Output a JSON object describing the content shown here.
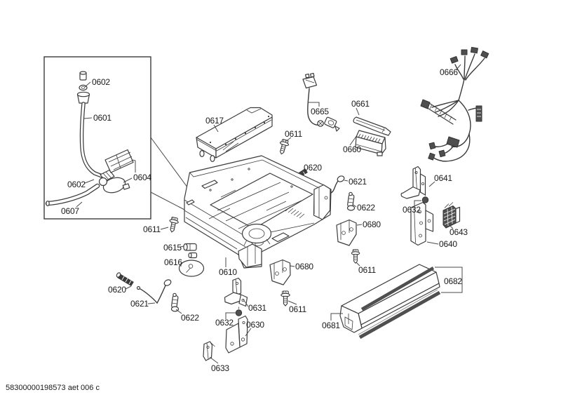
{
  "diagram": {
    "kind": "exploded-parts-diagram",
    "subject": "dishwasher-base-assembly",
    "document_number": "58300000198573 aet 006 c",
    "colors": {
      "background": "#ffffff",
      "line": "#3c3c3c",
      "dark_fill": "#4f4f4f",
      "text": "#1a1a1a"
    }
  },
  "labels": [
    {
      "part": "0602",
      "text": "0602"
    },
    {
      "part": "0601",
      "text": "0601"
    },
    {
      "part": "0604",
      "text": "0604"
    },
    {
      "part": "0602",
      "text": "0602"
    },
    {
      "part": "0607",
      "text": "0607"
    },
    {
      "part": "0617",
      "text": "0617"
    },
    {
      "part": "0611",
      "text": "0611"
    },
    {
      "part": "0665",
      "text": "0665"
    },
    {
      "part": "0661",
      "text": "0661"
    },
    {
      "part": "0660",
      "text": "0660"
    },
    {
      "part": "0666",
      "text": "0666"
    },
    {
      "part": "0620",
      "text": "0620"
    },
    {
      "part": "0621",
      "text": "0621"
    },
    {
      "part": "0622",
      "text": "0622"
    },
    {
      "part": "0641",
      "text": "0641"
    },
    {
      "part": "0632",
      "text": "0632"
    },
    {
      "part": "0643",
      "text": "0643"
    },
    {
      "part": "0640",
      "text": "0640"
    },
    {
      "part": "0680",
      "text": "0680"
    },
    {
      "part": "0611",
      "text": "0611"
    },
    {
      "part": "0615",
      "text": "0615"
    },
    {
      "part": "0616",
      "text": "0616"
    },
    {
      "part": "0610",
      "text": "0610"
    },
    {
      "part": "0680",
      "text": "0680"
    },
    {
      "part": "0620",
      "text": "0620"
    },
    {
      "part": "0621",
      "text": "0621"
    },
    {
      "part": "0622",
      "text": "0622"
    },
    {
      "part": "0631",
      "text": "0631"
    },
    {
      "part": "0611",
      "text": "0611"
    },
    {
      "part": "0632",
      "text": "0632"
    },
    {
      "part": "0630",
      "text": "0630"
    },
    {
      "part": "0633",
      "text": "0633"
    },
    {
      "part": "0611",
      "text": "0611"
    },
    {
      "part": "0682",
      "text": "0682"
    },
    {
      "part": "0681",
      "text": "0681"
    }
  ]
}
